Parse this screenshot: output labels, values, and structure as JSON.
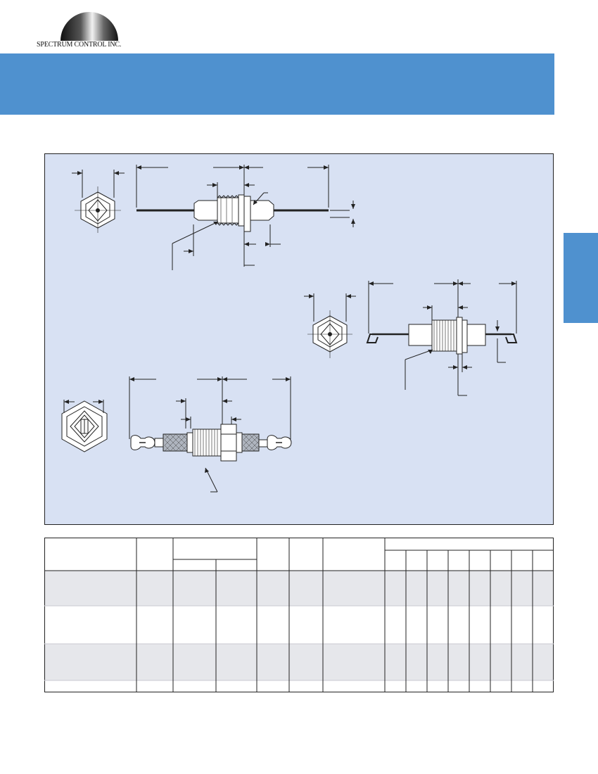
{
  "brand": {
    "company_name": "SPECTRUM CONTROL INC.",
    "banner_color": "#4f91cf",
    "panel_color": "#d8e1f3"
  },
  "drawings": [
    {
      "name": "axial-lead-filter-drawing",
      "style": "axial-leads"
    },
    {
      "name": "hook-lead-filter-drawing",
      "style": "hook-terminals"
    },
    {
      "name": "solder-lug-filter-drawing",
      "style": "solder-lug-terminals"
    }
  ],
  "table": {
    "shaded_row_color": "#e6e7eb",
    "header_cells": [],
    "rows": []
  }
}
